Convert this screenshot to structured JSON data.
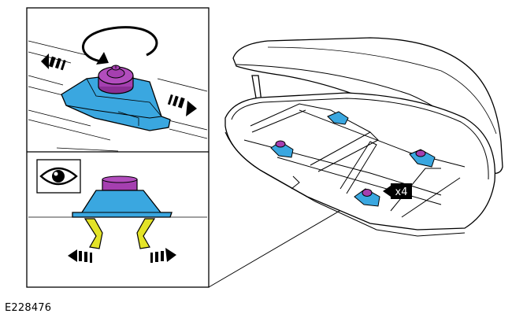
{
  "figure": {
    "reference_code": "E228476",
    "callout_label": "x4",
    "panels": [
      {
        "name": "rotate-knob-detail",
        "icons": [
          "rotation-arrow-icon",
          "left-arrow-icon",
          "right-arrow-icon"
        ]
      },
      {
        "name": "inspect-clamp-detail",
        "icons": [
          "eye-icon",
          "arrows-in-icon",
          "arrows-out-icon"
        ]
      }
    ],
    "colors": {
      "clamp_body": "#3aa7e0",
      "knob": "#a53fb0",
      "jaw": "#e3e327",
      "line": "#000000"
    }
  }
}
